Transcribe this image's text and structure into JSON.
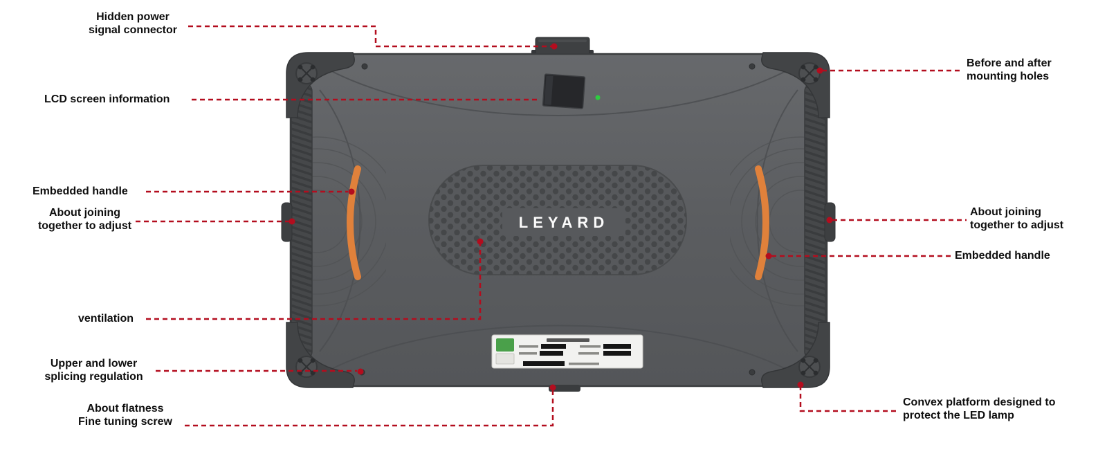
{
  "device": {
    "brand_logo": "LEYARD"
  },
  "colors": {
    "line": "#b30d1e",
    "handle": "#e0813b",
    "led": "#2ecc40",
    "panel": "#5b5d60"
  },
  "callouts": {
    "left": [
      {
        "id": "hidden-power-signal-connector",
        "text": "Hidden power\nsignal connector"
      },
      {
        "id": "lcd-screen-information",
        "text": "LCD screen information"
      },
      {
        "id": "embedded-handle-left",
        "text": "Embedded handle"
      },
      {
        "id": "about-joining-left",
        "text": "About joining\ntogether to adjust"
      },
      {
        "id": "ventilation",
        "text": "ventilation"
      },
      {
        "id": "upper-lower-splicing",
        "text": "Upper and lower\nsplicing regulation"
      },
      {
        "id": "flatness-fine-tuning-screw",
        "text": "About flatness\nFine tuning screw"
      }
    ],
    "right": [
      {
        "id": "before-after-mounting-holes",
        "text": "Before and after\nmounting holes"
      },
      {
        "id": "about-joining-right",
        "text": "About joining\ntogether to adjust"
      },
      {
        "id": "embedded-handle-right",
        "text": "Embedded handle"
      },
      {
        "id": "convex-platform-led-protect",
        "text": "Convex platform designed to\nprotect the LED lamp"
      }
    ]
  }
}
